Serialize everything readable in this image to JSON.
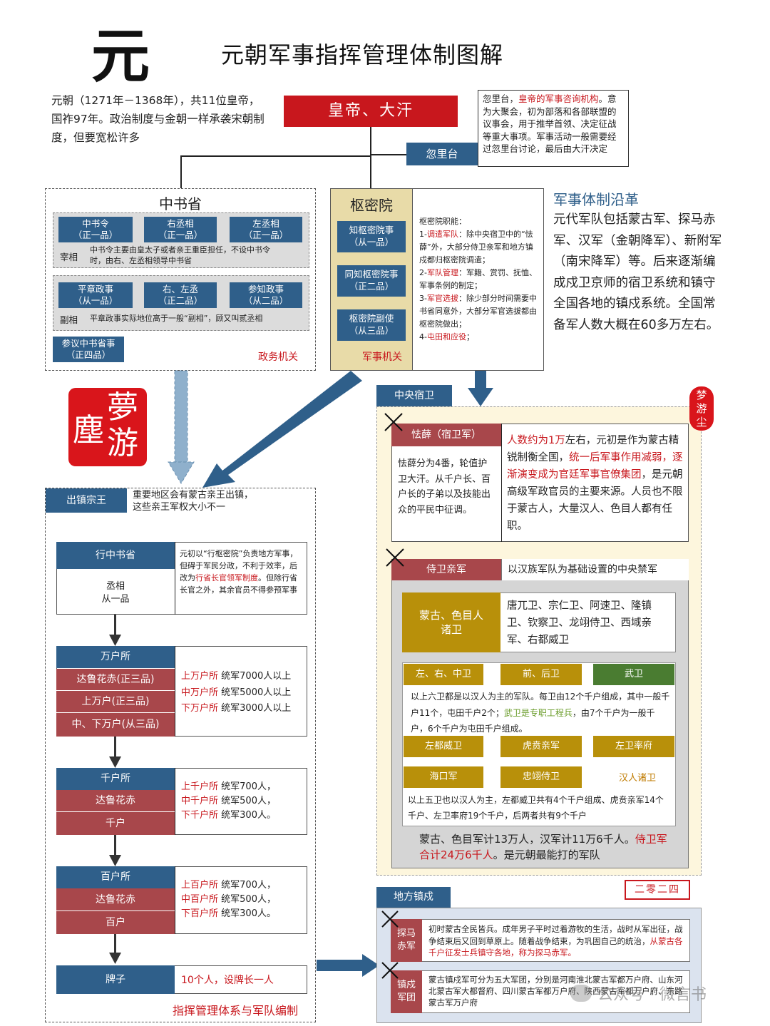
{
  "header": {
    "big_char": "元",
    "title": "元朝军事指挥管理体制图解"
  },
  "intro": "元朝（1271年－1368年），共11位皇帝，国祚97年。政治制度与金朝一样承袭宋朝制度，但要宽松许多",
  "emperor": "皇帝、大汗",
  "khuriltai": {
    "tab": "忽里台",
    "note_a": "忽里台，",
    "note_red": "皇帝的军事咨询机构",
    "note_b": "。意为大聚会，初为部落和各部联盟的议事会，用于推举首领、决定征战等重大事项。军事活动一般需要经过忽里台讨论，最后由大汗决定"
  },
  "zhongshu": {
    "title": "中书省",
    "posts1": [
      {
        "name": "中书令",
        "rank": "（正一品）"
      },
      {
        "name": "右丞相",
        "rank": "（正一品）"
      },
      {
        "name": "左丞相",
        "rank": "（正一品）"
      }
    ],
    "group1": "宰相",
    "note1": "中书令主要由皇太子或者亲王重臣担任，不设中书令时，由右、左丞相领导中书省",
    "posts2": [
      {
        "name": "平章政事",
        "rank": "（从一品）"
      },
      {
        "name": "右、左丞",
        "rank": "（正二品）"
      },
      {
        "name": "参知政事",
        "rank": "（从二品）"
      }
    ],
    "group2": "副相",
    "note2": "平章政事实际地位高于一般“副相”，顾又叫贰丞相",
    "canyi": {
      "name": "参议中书省事",
      "rank": "（正四品）"
    },
    "label": "政务机关"
  },
  "shumi": {
    "title": "枢密院",
    "posts": [
      {
        "name": "知枢密院事",
        "rank": "（从一品）"
      },
      {
        "name": "同知枢密院事",
        "rank": "（正二品）"
      },
      {
        "name": "枢密院副使",
        "rank": "（从三品）"
      }
    ],
    "duties_title": "枢密院职能：",
    "d1_num": "1-",
    "d1_red": "调遣军队",
    "d1": "：除中央宿卫中的“怯薛”外，大部分侍卫亲军和地方镇戍都归枢密院调遣；",
    "d2_num": "2-",
    "d2_red": "军队管理",
    "d2": "：军籍、赏罚、抚恤、军事条例的制定；",
    "d3_num": "3-",
    "d3_red": "军官选拔",
    "d3": "：除少部分时间需要中书省同意外，大部分军官选拔都由枢密院做出；",
    "d4_num": "4-",
    "d4_red": "屯田和应役",
    "d4": "；",
    "label": "军事机关"
  },
  "evolution": {
    "title": "军事体制沿革",
    "text": "元代军队包括蒙古军、探马赤军、汉军（金朝降军）、新附军（南宋降军）等。后来逐渐编成戍卫京师的宿卫系统和镇守全国各地的镇戍系统。全国常备军人数大概在60多万左右。"
  },
  "seal": {
    "chars": "夢游塵"
  },
  "stamp": {
    "chars": "梦游尘"
  },
  "left": {
    "tab": "出镇宗王",
    "tab_note": "重要地区会有蒙古亲王出镇，这些亲王军权大小不一",
    "xingsheng": {
      "head": "行中书省",
      "post": "丞相",
      "rank": "从一品",
      "note_a": "元初以“行枢密院”负责地方军事，但碍于军民分政，不利于效率，后改为",
      "note_red": "行省长官领军制度",
      "note_b": "。但除行省长官之外，其余官员不得参预军事"
    },
    "wanhu": {
      "head": "万户所",
      "rows": [
        "达鲁花赤(正三品)",
        "上万户(正三品)",
        "中、下万户(从三品)"
      ],
      "lines": [
        {
          "r": "上万户所",
          "t": " 统军7000人以上"
        },
        {
          "r": "中万户所",
          "t": " 统军5000人以上"
        },
        {
          "r": "下万户所",
          "t": " 统军3000人以上"
        }
      ]
    },
    "qianhu": {
      "head": "千户所",
      "rows": [
        "达鲁花赤",
        "千户"
      ],
      "lines": [
        {
          "r": "上千户所",
          "t": " 统军700人，"
        },
        {
          "r": "中千户所",
          "t": " 统军500人，"
        },
        {
          "r": "下千户所",
          "t": " 统军300人。"
        }
      ]
    },
    "baihu": {
      "head": "百户所",
      "rows": [
        "达鲁花赤",
        "百户"
      ],
      "lines": [
        {
          "r": "上百户所",
          "t": " 统军700人，"
        },
        {
          "r": "中百户所",
          "t": " 统军500人，"
        },
        {
          "r": "下百户所",
          "t": " 统军300人。"
        }
      ]
    },
    "paizi": {
      "head": "牌子",
      "note": "10个人，设牌长一人"
    },
    "label": "指挥管理体系与军队编制"
  },
  "central": {
    "tab": "中央宿卫",
    "kexue": {
      "head": "怯薛（宿卫军）",
      "left": "怯薛分为4番，轮值护卫大汗。从千户长、百户长的子弟以及技能出众的平民中征调。",
      "r1": "人数约为1万",
      "t1": "左右，元初是作为蒙古精锐制衡全国，",
      "r2": "统一后军事作用减弱，逐渐演变成为官廷军事官僚集团",
      "t2": "，是元朝高级军政官员的主要来源。人员也不限于蒙古人，大量汉人、色目人都有任职。"
    },
    "shiwei": {
      "head": "侍卫亲军",
      "desc": "以汉族军队为基础设置的中央禁军",
      "mongol_box": "蒙古、色目人诸卫",
      "mongol_list": "唐兀卫、宗仁卫、阿速卫、隆镇卫、钦察卫、龙翊侍卫、西域亲军、右都威卫",
      "six": [
        "左、右、中卫",
        "前、后卫",
        "武卫"
      ],
      "six_note_a": "以上六卫都是以汉人为主的军队。每卫由12个千户组成，其中一般千户11个，屯田千户2个；",
      "six_note_green": "武卫是专职工程兵",
      "six_note_b": "，由7个千户为一般千户，6个千户为屯田千户组成。",
      "five": [
        "左都威卫",
        "虎贲亲军",
        "左卫率府",
        "海口军",
        "忠翊侍卫"
      ],
      "han_label": "汉人诸卫",
      "five_note": "以上五卫也以汉人为主，左都威卫共有4个千户组成、虎贲亲军14个千户、左卫率府19个千户，后两者共有9个千户",
      "sum_a": "蒙古、色目军计13万人，汉军计11万6千人。",
      "sum_red": "侍卫军合计24万6千人",
      "sum_b": "。是元朝最能打的军队"
    }
  },
  "year_badge": "二零二四",
  "local": {
    "tab": "地方镇戍",
    "tanma": {
      "head": "探马赤军",
      "note_a": "初时蒙古全民皆兵。成年男子平时过着游牧的生活，战时从军出征，战争结束后又回到草原上。随着战争结束，为巩固自己的统治，",
      "note_red": "从蒙古各千户征发士兵镇守各地，称为探马赤军。"
    },
    "zhenshu": {
      "head": "镇戍军团",
      "note": "蒙古镇戍军可分为五大军团，分别是河南淮北蒙古军都万户府、山东河北蒙古军大都督府、四川蒙古军都万户府、陕西蒙古军都万户府、东路蒙古军万户府"
    }
  },
  "watermark": "公众号 · 微言书",
  "colors": {
    "red": "#c8171d",
    "blue": "#2f5f8a",
    "gold": "#b8900a",
    "maroon": "#a8474b",
    "green": "#4a7c31"
  }
}
